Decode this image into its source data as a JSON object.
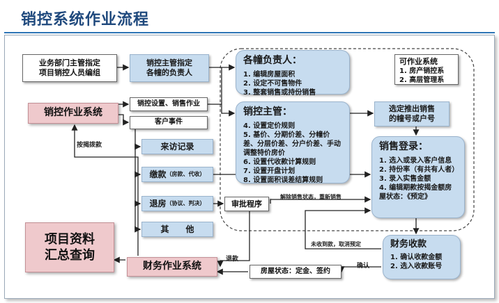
{
  "title": "销控系统作业流程",
  "nodes": {
    "dept_head": [
      "业务部门主管指定",
      "项目销控人员编组"
    ],
    "sales_ctrl_assign": [
      "销控主管指定",
      "各幢的负责人"
    ],
    "building_head": {
      "title": "各幢负责人：",
      "items": [
        "1. 编辑房屋面积",
        "2. 设定不可售物件",
        "3. 整套销售或持份销售"
      ]
    },
    "available_sys": {
      "title": "可作业系统",
      "items": [
        "1. 房产销控系",
        "2. 高层管理系"
      ]
    },
    "sales_sys": "销控作业系统",
    "setup_sales": "销控设置、销售作业",
    "customer_events": "客户事件",
    "sales_supervisor": {
      "title": "销控主管：",
      "items": [
        "4. 设置定价规则",
        "5. 基价、分期价差、分幢价差、分层价差、分户价差、手动调整特价房价",
        "6. 设置代收款计算规则",
        "7. 设置开盘计划",
        "8. 设置面积误差结算规则"
      ]
    },
    "select_units": [
      "选定推出销售",
      "的幢号或户号"
    ],
    "sales_register": {
      "title": "销售登录：",
      "items": [
        "1. 选入或录入客户信息",
        "2. 持份率（有共有人者）",
        "3. 录入实售金额",
        "4. 编辑期款按揭金额房屋状态：《预定》"
      ]
    },
    "visit_record": "来访记录",
    "payment": "缴款",
    "payment_note": "（房款、代收）",
    "return_unit": "退房",
    "return_note": "（协议、判决）",
    "other": "其　　他",
    "approval": "审批程序",
    "finance_receipt": {
      "title": "财务收款",
      "items": [
        "1. 确认收款金额",
        "2. 选入收款账号"
      ]
    },
    "project_query": [
      "项目资料",
      "汇总查询"
    ],
    "finance_sys": "财务作业系统",
    "unit_status": "房屋状态：定金、签约"
  },
  "edge_labels": {
    "mortgage": "按揭拨款",
    "release": "解除销售状态，重新销售",
    "unpaid": "未收到款，取消预定",
    "refund": "退款",
    "confirm": "确认"
  }
}
